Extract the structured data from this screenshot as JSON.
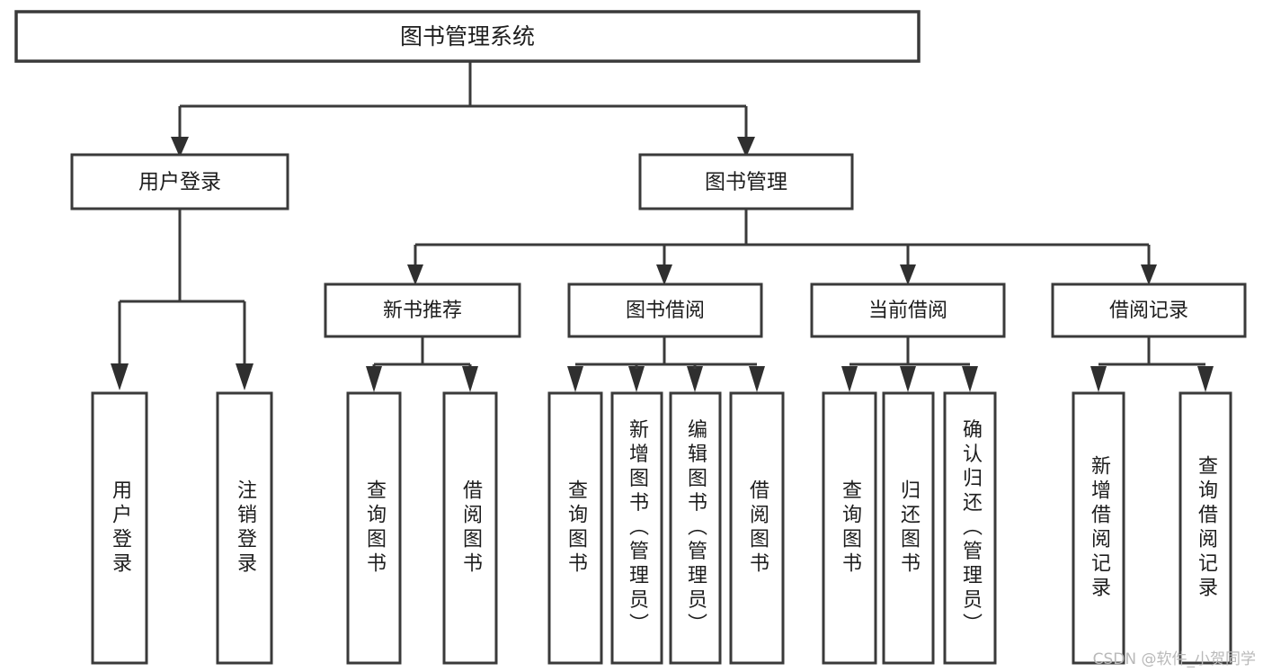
{
  "diagram": {
    "title": "图书管理系统",
    "watermark": "CSDN @软件_小贺同学",
    "type": "tree-hierarchy",
    "root": {
      "id": "root",
      "label": "图书管理系统",
      "level": 1
    },
    "level2": [
      {
        "id": "user-login",
        "label": "用户登录",
        "level": 2
      },
      {
        "id": "book-management",
        "label": "图书管理",
        "level": 2
      }
    ],
    "level3": [
      {
        "id": "new-book-recommend",
        "label": "新书推荐",
        "level": 3,
        "parent": "book-management"
      },
      {
        "id": "book-borrow",
        "label": "图书借阅",
        "level": 3,
        "parent": "book-management"
      },
      {
        "id": "current-borrow",
        "label": "当前借阅",
        "level": 3,
        "parent": "book-management"
      },
      {
        "id": "borrow-record",
        "label": "借阅记录",
        "level": 3,
        "parent": "book-management"
      }
    ],
    "leaves": [
      {
        "id": "leaf-user-login",
        "label": "用户登录",
        "parent": "user-login"
      },
      {
        "id": "leaf-user-logout",
        "label": "注销登录",
        "parent": "user-login"
      },
      {
        "id": "leaf-query-book-1",
        "label": "查询图书",
        "parent": "new-book-recommend"
      },
      {
        "id": "leaf-borrow-book-1",
        "label": "借阅图书",
        "parent": "new-book-recommend"
      },
      {
        "id": "leaf-query-book-2",
        "label": "查询图书",
        "parent": "book-borrow"
      },
      {
        "id": "leaf-add-book",
        "label": "新增图书（管理员）",
        "parent": "book-borrow"
      },
      {
        "id": "leaf-edit-book",
        "label": "编辑图书（管理员）",
        "parent": "book-borrow"
      },
      {
        "id": "leaf-borrow-book-2",
        "label": "借阅图书",
        "parent": "book-borrow"
      },
      {
        "id": "leaf-query-book-3",
        "label": "查询图书",
        "parent": "current-borrow"
      },
      {
        "id": "leaf-return-book",
        "label": "归还图书",
        "parent": "current-borrow"
      },
      {
        "id": "leaf-confirm-return",
        "label": "确认归还（管理员）",
        "parent": "current-borrow"
      },
      {
        "id": "leaf-add-record",
        "label": "新增借阅记录",
        "parent": "borrow-record"
      },
      {
        "id": "leaf-query-record",
        "label": "查询借阅记录",
        "parent": "borrow-record"
      }
    ],
    "colors": {
      "box_fill": "#ffffff",
      "box_stroke": "#3a3a3a",
      "connector": "#3a3a3a",
      "text": "#1d1d1d",
      "watermark": "#b9b9b9",
      "background": "#ffffff"
    }
  }
}
